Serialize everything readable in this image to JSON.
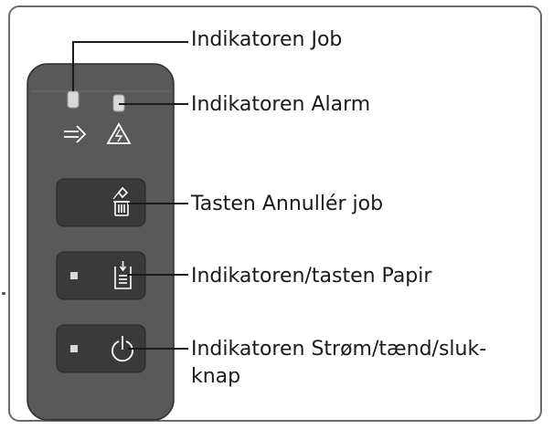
{
  "callouts": {
    "job_indicator": "Indikatoren Job",
    "alarm_indicator": "Indikatoren Alarm",
    "cancel_job_button": "Tasten Annullér job",
    "paper_button": "Indikatoren/tasten Papir",
    "power_button_line1": "Indikatoren Strøm/tænd/sluk-",
    "power_button_line2": "knap"
  },
  "icons": {
    "job": "arrow-into-diamond-icon",
    "alarm": "warning-triangle-icon",
    "cancel": "cancel-job-trash-icon",
    "paper": "paper-feed-icon",
    "power": "power-icon"
  },
  "colors": {
    "panel": "#555555",
    "button": "#3a3a3a",
    "leader_line": "#1a1a1a",
    "led": "#d9d9d9"
  }
}
